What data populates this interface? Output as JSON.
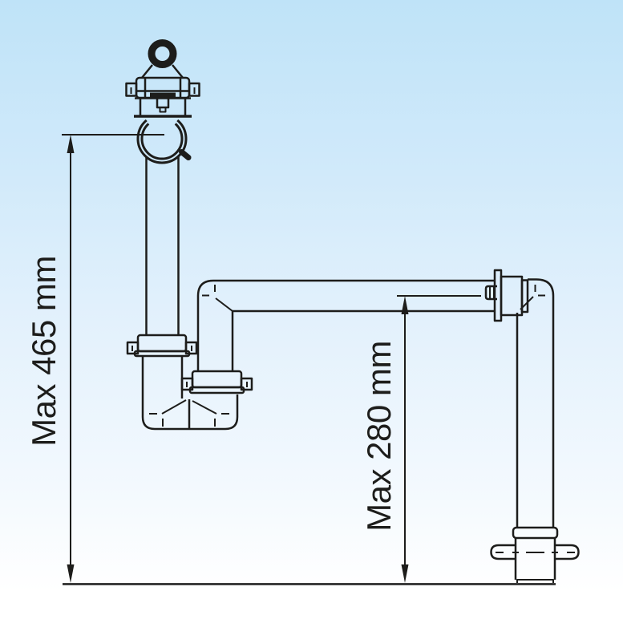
{
  "drawing": {
    "title": "space-saver-bottle-trap-dimension-drawing"
  },
  "dimensions": {
    "overall": {
      "label": "Max 465 mm"
    },
    "outlet": {
      "label": "Max 280 mm"
    }
  },
  "colors": {
    "background_top": "#bfe3f8",
    "background_bottom": "#ffffff",
    "line": "#1d1d1b",
    "baseline": "#3d3d3d"
  }
}
